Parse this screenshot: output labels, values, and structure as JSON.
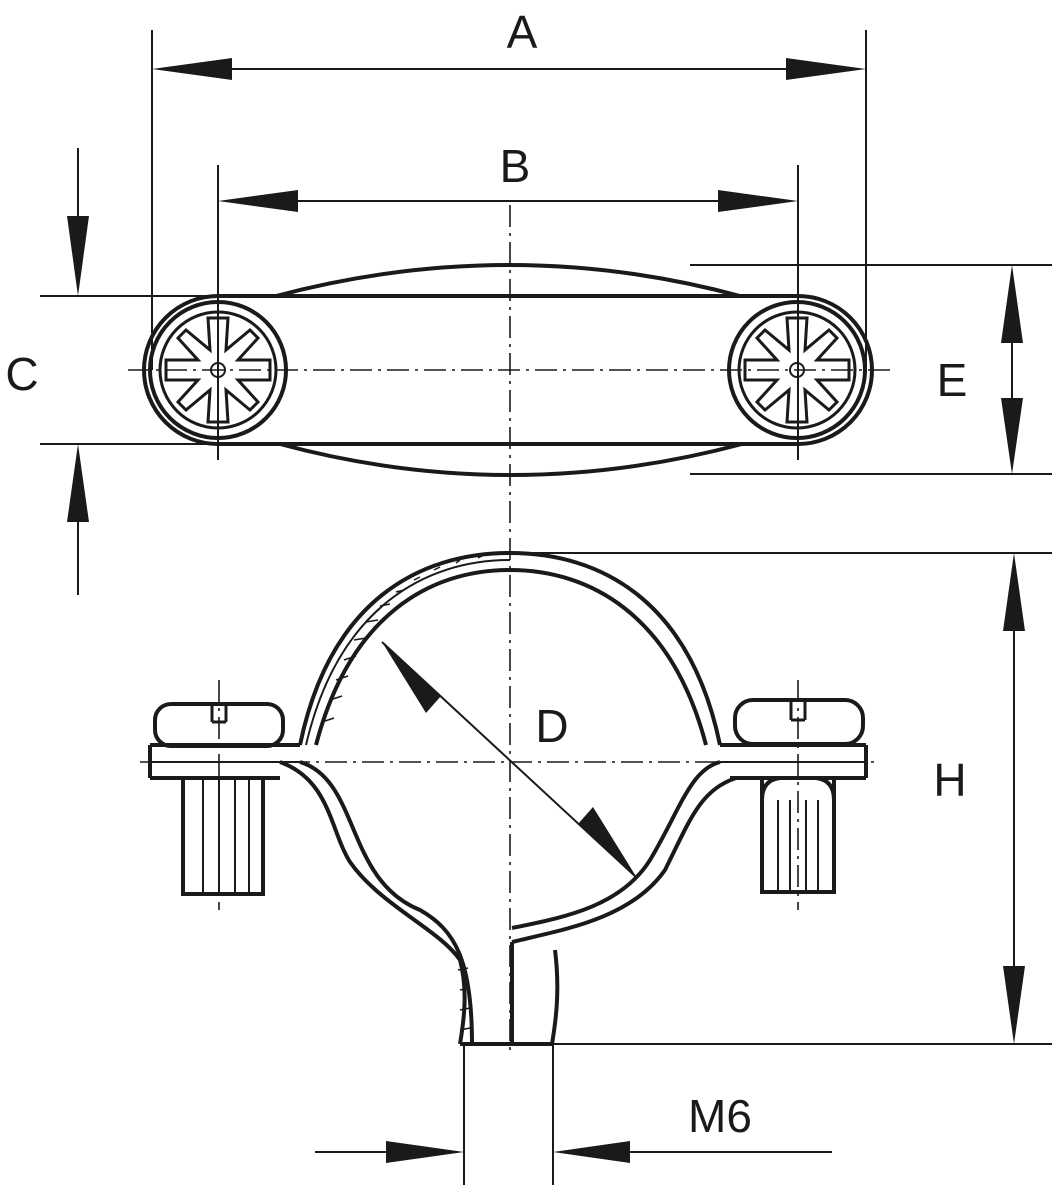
{
  "dimensions": {
    "A": "A",
    "B": "B",
    "C": "C",
    "D": "D",
    "E": "E",
    "H": "H",
    "thread": "M6"
  },
  "colors": {
    "line": "#1a1a1a",
    "background": "#ffffff"
  }
}
